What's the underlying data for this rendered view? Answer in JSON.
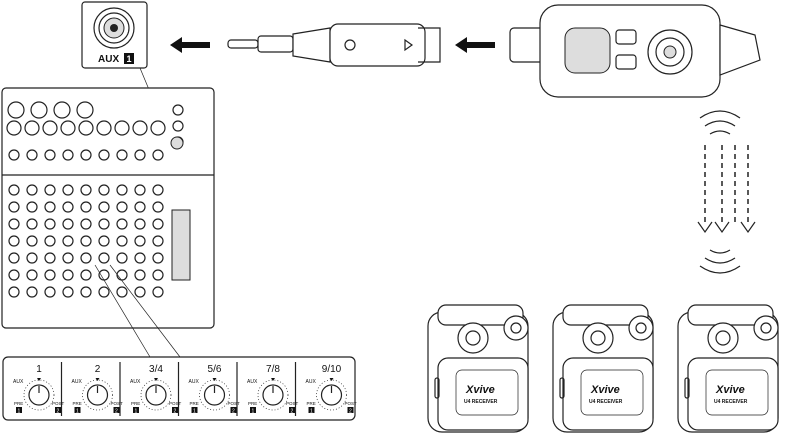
{
  "aux_callout": {
    "label": "AUX",
    "number": "1"
  },
  "knob_strip": {
    "channels": [
      {
        "label": "1"
      },
      {
        "label": "2"
      },
      {
        "label": "3/4"
      },
      {
        "label": "5/6"
      },
      {
        "label": "7/8"
      },
      {
        "label": "9/10"
      }
    ],
    "aux_label": "AUX",
    "pre_label": "PRE",
    "post_label": "POST",
    "pre_num": "1",
    "post_num": "2"
  },
  "receivers": [
    {
      "brand": "Xvive",
      "model": "U4 RECEIVER"
    },
    {
      "brand": "Xvive",
      "model": "U4 RECEIVER"
    },
    {
      "brand": "Xvive",
      "model": "U4 RECEIVER"
    }
  ],
  "colors": {
    "line": "#222222",
    "fill": "#ffffff",
    "shade": "#dddddd"
  }
}
